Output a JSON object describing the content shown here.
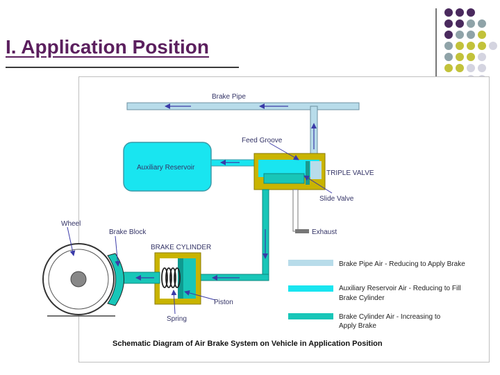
{
  "slide": {
    "title": "I. Application Position"
  },
  "decor": {
    "dot_colors": [
      "#4a2a5e",
      "#8fa3a8",
      "#c2c23a",
      "#d4d4e0"
    ]
  },
  "diagram": {
    "labels": {
      "brake_pipe": "Brake Pipe",
      "feed_groove": "Feed Groove",
      "auxiliary_reservoir": "Auxiliary Reservoir",
      "triple_valve": "TRIPLE VALVE",
      "slide_valve": "Slide Valve",
      "wheel": "Wheel",
      "brake_block": "Brake Block",
      "exhaust": "Exhaust",
      "brake_cylinder": "BRAKE CYLINDER",
      "piston": "Piston",
      "spring": "Spring"
    },
    "legend": [
      {
        "color": "#b8dcea",
        "line1": "Brake Pipe Air - Reducing to Apply Brake",
        "line2": ""
      },
      {
        "color": "#19e5f0",
        "line1": "Auxiliary Reservoir Air - Reducing to Fill",
        "line2": "Brake Cylinder"
      },
      {
        "color": "#18c6b8",
        "line1": "Brake Cylinder Air - Increasing to",
        "line2": "Apply Brake"
      }
    ],
    "caption": "Schematic Diagram of Air Brake System on Vehicle in Application Position",
    "colors": {
      "brake_pipe_air": "#b8dcea",
      "reservoir_air": "#19e5f0",
      "cylinder_air": "#18c6b8",
      "housing": "#c9b400",
      "arrow": "#3b3ba8"
    }
  }
}
